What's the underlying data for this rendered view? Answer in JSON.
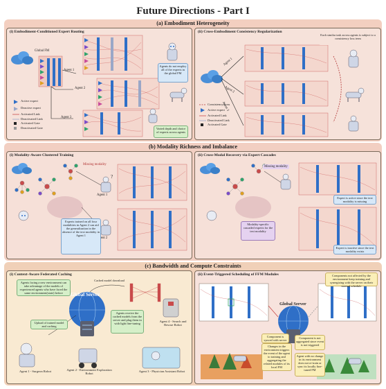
{
  "title": "Future Directions - Part I",
  "sections": {
    "a": {
      "title": "(a) Embodiment Heterogeneity",
      "panel1": {
        "title": "(i) Embodiment-Conditioned Expert Routing",
        "global_fm": "Global FM",
        "agents": [
          "Agent 1",
          "Agent 2",
          "Agent 3"
        ],
        "note_top": "Agents do not employ all of the experts in the global FM",
        "note_bottom": "Varied depth and choice of experts across agents",
        "legend": [
          "Active expert",
          "Deactive expert",
          "Activated Link",
          "Deactivated Link",
          "Activated Gate",
          "Deactivated Gate"
        ]
      },
      "panel2": {
        "title": "(ii) Cross-Embodiment Consistency Regularization",
        "note": "Each similar task across agents is subject to a consistency loss term",
        "agents": [
          "Agent 1",
          "Agent 2",
          "Agent 3"
        ],
        "legend": [
          "Consistency Loss",
          "Active expert",
          "Activated Link",
          "Deactivated Link",
          "Activated Gate"
        ]
      }
    },
    "b": {
      "title": "(b) Modality Richness and Imbalance",
      "panel1": {
        "title": "(i) Modality-Aware Clustered Training",
        "missing": "Missing modality",
        "question": "?",
        "agents": [
          "Agent 1",
          "Agent 2"
        ],
        "note": "Experts trained on all four modalities in Agent 2 can aid the generalization in the absence of the text modality in Agent 1"
      },
      "panel2": {
        "title": "(ii) Cross-Modal Recovery via Expert Cascades",
        "missing": "Missing modality",
        "note_cascade": "Modality-specific cascaded experts for the text modality",
        "note_active": "Expert is active since the text modality is missing",
        "note_inactive": "Expert is inactive since the text modality exists"
      }
    },
    "c": {
      "title": "(c) Bandwidth and Compute Constraints",
      "panel1": {
        "title": "(i) Context-Aware Federated Caching",
        "note_left": "Agents facing a new environment can take advantage of the models of experienced agents who have faced the same environment(state) before",
        "cached": "Cached model download",
        "server": "Global Server",
        "upload": "Upload of trained model and caching",
        "note_receive": "Agents receive the cached models from the server and plug them in with light fine-tuning",
        "agents": [
          "Agent 1 - Surgeon Robot",
          "Agent 2 - Environment Exploration Robot",
          "Agent 3 - Physician Assistant Robot",
          "Agent 4 - Search and Rescue Robot"
        ]
      },
      "panel2": {
        "title": "(ii) Event-Triggered Scheduling of FFM Modules",
        "server": "Global Server",
        "note_unaffected": "Components not affected by the environment keep training and synergizing with the server on their normal schedule",
        "note_synced": "Component is synced with server",
        "note_changes": "Changes in the environment triggers the event of the agent to training and aggregating the related modules of its local FM",
        "note_aggregated": "Component is not aggregated since event is not triggered",
        "note_nochange": "Agent with no change in its environment does not re-train or sync its locally fine-tuned FM"
      }
    }
  },
  "colors": {
    "band_a": "#f3cfc0",
    "band_b": "#f2cfc2",
    "band_c": "#f0d0b8",
    "panel_a": "#f6e2da",
    "panel_b": "#f6e0d8",
    "panel_c1": "#f9ead2",
    "panel_c2": "#f7e3dd",
    "active": "#2f6fc7",
    "deactive": "#9aa7c7",
    "link": "#c94b4b",
    "note_blue": "#d7e8f8",
    "note_green": "#d6efc9",
    "note_purple": "#e5d2f0",
    "note_yellow": "#fbefb8"
  }
}
